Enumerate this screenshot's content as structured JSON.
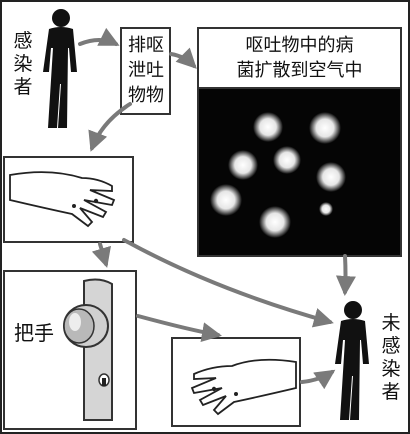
{
  "title_infected": [
    "感",
    "染",
    "者"
  ],
  "vomit_box": {
    "line1": "排呕",
    "line2": "泄吐",
    "line3": "物物"
  },
  "spread_box": {
    "line1": "呕吐物中的病",
    "line2": "菌扩散到空气中"
  },
  "handle_label": "把手",
  "title_uninfected": [
    "未",
    "感",
    "染",
    "者"
  ],
  "colors": {
    "ink": "#111111",
    "arrow": "#7a7a7a",
    "dark_panel": "#050505",
    "germ": "#f2f2f2"
  }
}
